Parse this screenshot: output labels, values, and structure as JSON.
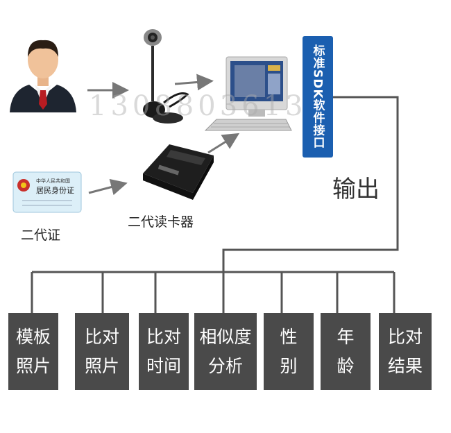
{
  "sdk_box_label": "标准SDK软件接口",
  "output_label": "输出",
  "card_reader_label": "二代读卡器",
  "id_card_label": "二代证",
  "watermark": "13088036135",
  "output_boxes": [
    {
      "line1": "模板",
      "line2": "照片"
    },
    {
      "line1": "比对",
      "line2": "照片"
    },
    {
      "line1": "比对",
      "line2": "时间"
    },
    {
      "line1": "相似度",
      "line2": "分析"
    },
    {
      "line1": "性",
      "line2": "别"
    },
    {
      "line1": "年",
      "line2": "龄"
    },
    {
      "line1": "比对",
      "line2": "结果"
    }
  ],
  "id_card": {
    "line1": "中华人民共和国",
    "line2": "居民身份证"
  },
  "colors": {
    "sdk_box": "#1b5fb0",
    "output_box": "#4a4a4a",
    "connector": "#555555",
    "arrow": "#777777"
  }
}
